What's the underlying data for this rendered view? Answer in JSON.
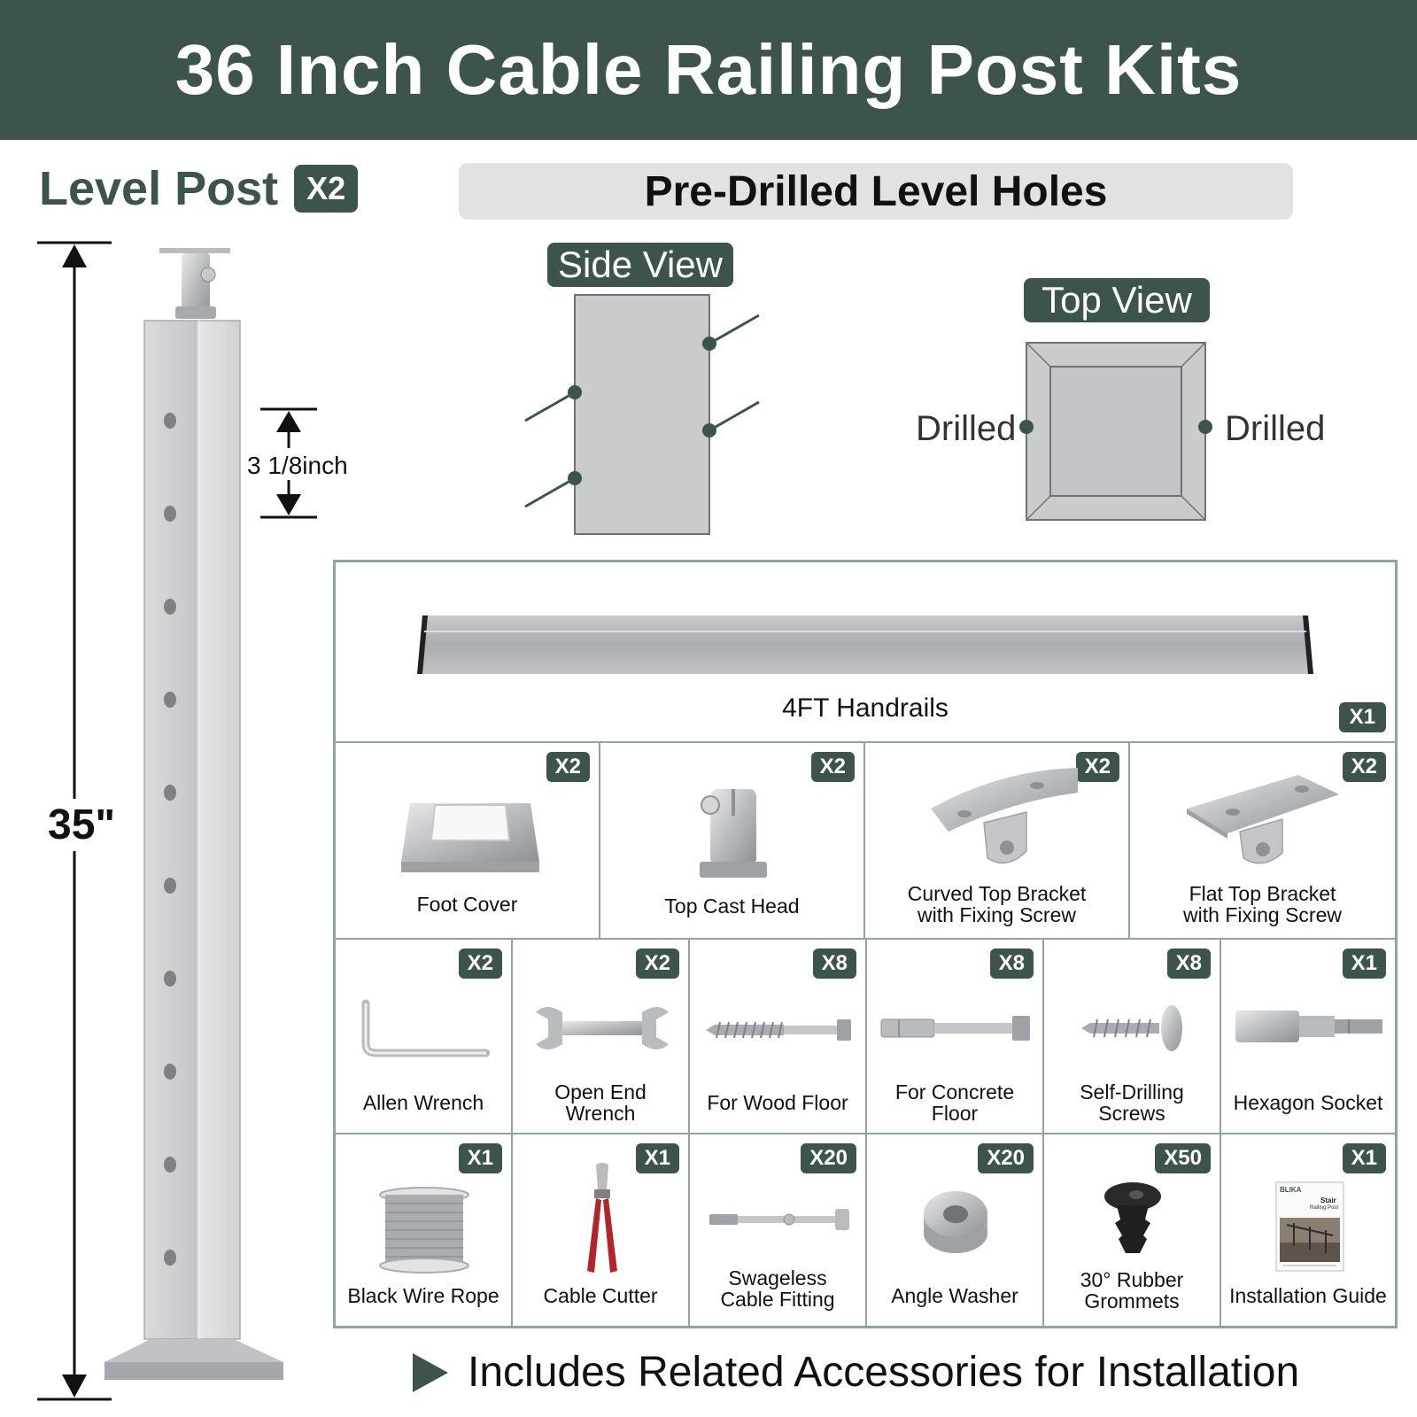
{
  "header": {
    "title": "36 Inch Cable Railing Post Kits"
  },
  "level_post": {
    "label": "Level Post",
    "qty": "X2",
    "height_label": "35\"",
    "spacing_label": "3 1/8inch"
  },
  "holes": {
    "title": "Pre-Drilled Level Holes",
    "side_view": "Side View",
    "top_view": "Top View",
    "drilled_left": "Drilled",
    "drilled_right": "Drilled"
  },
  "handrail": {
    "label": "4FT Handrails",
    "qty": "X1"
  },
  "parts_row1": [
    {
      "line1": "Foot Cover",
      "line2": "",
      "qty": "X2",
      "icon": "foot-cover"
    },
    {
      "line1": "Top Cast Head",
      "line2": "",
      "qty": "X2",
      "icon": "top-cast-head"
    },
    {
      "line1": "Curved Top Bracket",
      "line2": "with Fixing Screw",
      "qty": "X2",
      "icon": "curved-bracket"
    },
    {
      "line1": "Flat Top Bracket",
      "line2": "with Fixing Screw",
      "qty": "X2",
      "icon": "flat-bracket"
    }
  ],
  "parts_row2": [
    {
      "line1": "Allen Wrench",
      "line2": "",
      "qty": "X2",
      "icon": "allen-wrench"
    },
    {
      "line1": "Open End",
      "line2": "Wrench",
      "qty": "X2",
      "icon": "open-end-wrench"
    },
    {
      "line1": "For Wood Floor",
      "line2": "",
      "qty": "X8",
      "icon": "lag-screw"
    },
    {
      "line1": "For Concrete",
      "line2": "Floor",
      "qty": "X8",
      "icon": "anchor-bolt"
    },
    {
      "line1": "Self-Drilling",
      "line2": "Screws",
      "qty": "X8",
      "icon": "self-drilling-screw"
    },
    {
      "line1": "Hexagon Socket",
      "line2": "",
      "qty": "X1",
      "icon": "hex-socket"
    }
  ],
  "parts_row3": [
    {
      "line1": "Black Wire Rope",
      "line2": "",
      "qty": "X1",
      "icon": "wire-rope-spool"
    },
    {
      "line1": "Cable Cutter",
      "line2": "",
      "qty": "X1",
      "icon": "cable-cutter"
    },
    {
      "line1": "Swageless",
      "line2": "Cable Fitting",
      "qty": "X20",
      "icon": "cable-fitting"
    },
    {
      "line1": "Angle Washer",
      "line2": "",
      "qty": "X20",
      "icon": "angle-washer"
    },
    {
      "line1": "30° Rubber",
      "line2": "Grommets",
      "qty": "X50",
      "icon": "rubber-grommet"
    },
    {
      "line1": "Installation Guide",
      "line2": "",
      "qty": "X1",
      "icon": "installation-guide"
    }
  ],
  "guide_cover": {
    "brand": "BLIKA",
    "title": "Stair",
    "subtitle": "Railing Post"
  },
  "footer": {
    "text": "Includes Related Accessories for Installation"
  },
  "colors": {
    "brand_green": "#3c544b",
    "border_green": "#8ea79b",
    "steel": "#c9cbcd"
  }
}
